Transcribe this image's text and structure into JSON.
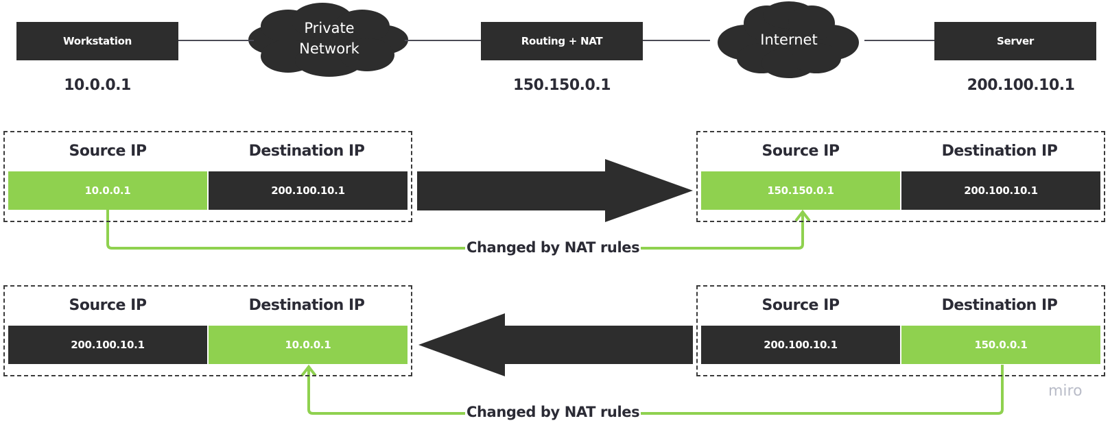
{
  "topology": {
    "nodes": [
      {
        "label": "Workstation",
        "ip": "10.0.0.1"
      },
      {
        "label": "Routing + NAT",
        "ip": "150.150.0.1"
      },
      {
        "label": "Server",
        "ip": "200.100.10.1"
      }
    ],
    "clouds": [
      {
        "label_line1": "Private",
        "label_line2": "Network"
      },
      {
        "label_line1": "Internet"
      }
    ]
  },
  "packets": {
    "header_source": "Source IP",
    "header_destination": "Destination IP",
    "outbound_before": {
      "source": "10.0.0.1",
      "destination": "200.100.10.1"
    },
    "outbound_after": {
      "source": "150.150.0.1",
      "destination": "200.100.10.1"
    },
    "inbound_before": {
      "source": "200.100.10.1",
      "destination": "150.0.0.1"
    },
    "inbound_after": {
      "source": "200.100.10.1",
      "destination": "10.0.0.1"
    }
  },
  "annotations": {
    "nat_change_top": "Changed by NAT rules",
    "nat_change_bottom": "Changed by NAT rules"
  },
  "colors": {
    "dark": "#2d2d2d",
    "green": "#8fd14f",
    "text": "#2b2b35"
  },
  "watermark": "miro"
}
